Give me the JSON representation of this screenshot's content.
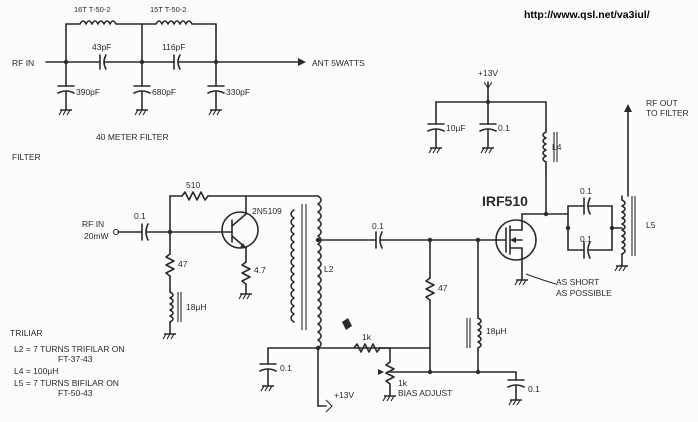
{
  "url": "http://www.qsl.net/va3iul/",
  "filter": {
    "l1": "16T  T-50-2",
    "l2": "15T  T-50-2",
    "rf_in": "RF IN",
    "c_series1": "43pF",
    "c_series2": "116pF",
    "ant": "ANT  5WATTS",
    "c_shunt1": "390pF",
    "c_shunt2": "680pF",
    "c_shunt3": "330pF",
    "title": "40 METER FILTER"
  },
  "amp": {
    "section_label": "FILTER",
    "r_feedback": "510",
    "rf_in": "RF  IN",
    "rf_in_level": "20mW",
    "c_in": "0.1",
    "transistor": "2N5109",
    "r_base": "47",
    "r_emitter": "4.7",
    "choke1": "18µH",
    "l2": "L2",
    "c_couple": "0.1",
    "r_gate": "47",
    "choke2": "18µH",
    "mosfet": "IRF510",
    "vcc_top": "+13V",
    "c_bypass1": "10µF",
    "c_bypass2": "0.1",
    "l4": "L4",
    "c_out1": "0.1",
    "c_out2": "0.1",
    "l5": "L5",
    "rf_out": "RF OUT",
    "rf_out2": "TO FILTER",
    "note1": "AS SHORT",
    "note2": "AS POSSIBLE",
    "r_bias": "1k",
    "pot": "1k",
    "pot_label": "BIAS ADJUST",
    "c_bias": "0.1",
    "c_low": "0.1",
    "vcc_bottom": "+13V"
  },
  "notes": {
    "title": "TRILIAR",
    "n1a": "L2  =  7 TURNS TRIFILAR ON",
    "n1b": "FT-37-43",
    "n2": "L4  =  100µH",
    "n3a": "L5  =  7 TURNS BIFILAR ON",
    "n3b": "FT-50-43"
  }
}
